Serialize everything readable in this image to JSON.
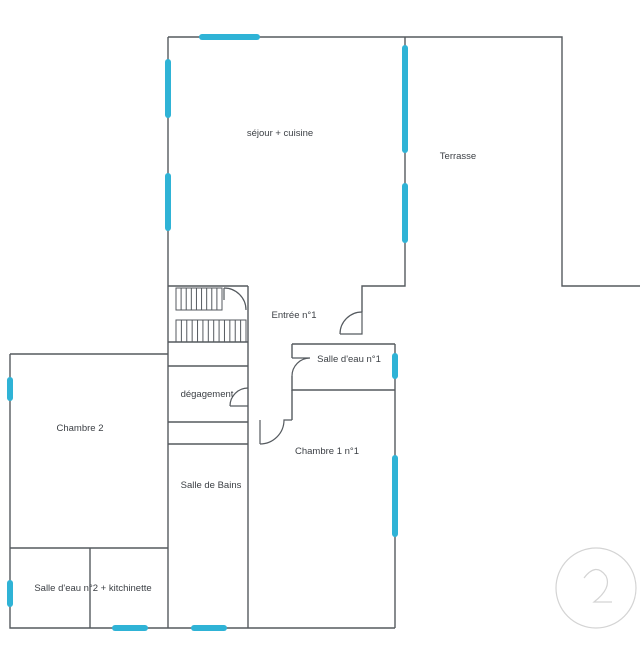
{
  "rooms": {
    "sejour": "séjour + cuisine",
    "terrasse": "Terrasse",
    "entree": "Entrée n°1",
    "salle_eau_1": "Salle d'eau  n°1",
    "degagement": "dégagement",
    "chambre2": "Chambre 2",
    "chambre1": "Chambre 1  n°1",
    "salle_bains": "Salle de Bains",
    "salle_eau_2": "Salle d'eau  n°2 + kitchinette"
  },
  "colors": {
    "wall": "#555a5f",
    "window": "#2fb3d6",
    "background": "#ffffff"
  },
  "icons": [
    "staircase-icon",
    "door-swing-icon",
    "watermark-logo-icon"
  ]
}
